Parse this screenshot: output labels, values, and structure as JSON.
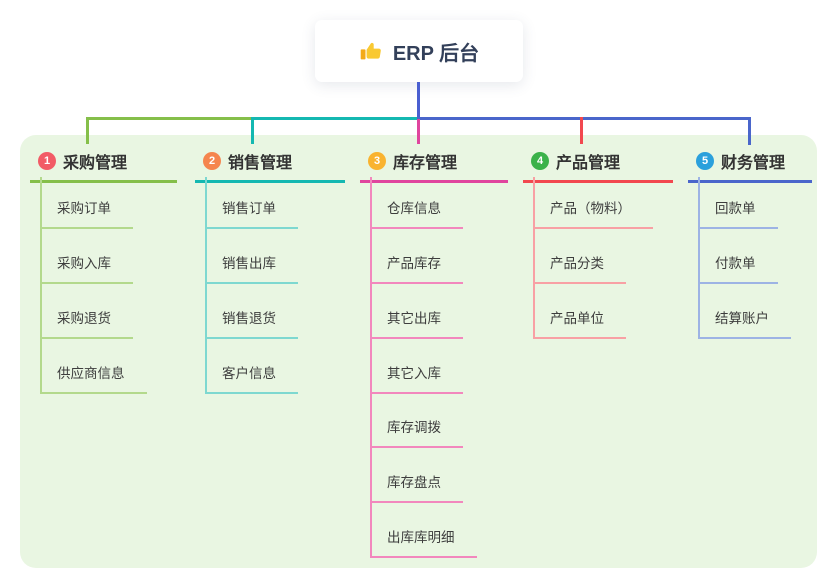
{
  "root": {
    "title": "ERP 后台",
    "icon": "thumbs-up"
  },
  "colors": {
    "panel_bg": "#e9f6e2",
    "stem_blue": "#4a5fd1",
    "bus_green": "#85bf4a",
    "bus_teal": "#14b8b1",
    "bus_blue": "#4a66cb",
    "drop_magenta": "#e0459e",
    "drop_red": "#f2484f"
  },
  "branches": [
    {
      "index": "1",
      "title": "采购管理",
      "badge_color": "#f25b66",
      "line_color": "#85bf4a",
      "light_color": "#b3d98c",
      "children": [
        "采购订单",
        "采购入库",
        "采购退货",
        "供应商信息"
      ]
    },
    {
      "index": "2",
      "title": "销售管理",
      "badge_color": "#f5854e",
      "line_color": "#14b8b1",
      "light_color": "#7ed8d0",
      "children": [
        "销售订单",
        "销售出库",
        "销售退货",
        "客户信息"
      ]
    },
    {
      "index": "3",
      "title": "库存管理",
      "badge_color": "#f9b32f",
      "line_color": "#e0459e",
      "light_color": "#f287bd",
      "children": [
        "仓库信息",
        "产品库存",
        "其它出库",
        "其它入库",
        "库存调拨",
        "库存盘点",
        "出库库明细"
      ]
    },
    {
      "index": "4",
      "title": "产品管理",
      "badge_color": "#3bb24a",
      "line_color": "#f2484f",
      "light_color": "#f8a0a4",
      "children": [
        "产品（物料）",
        "产品分类",
        "产品单位"
      ]
    },
    {
      "index": "5",
      "title": "财务管理",
      "badge_color": "#2ba0dc",
      "line_color": "#4a66cb",
      "light_color": "#9db3e4",
      "children": [
        "回款单",
        "付款单",
        "结算账户"
      ]
    }
  ]
}
